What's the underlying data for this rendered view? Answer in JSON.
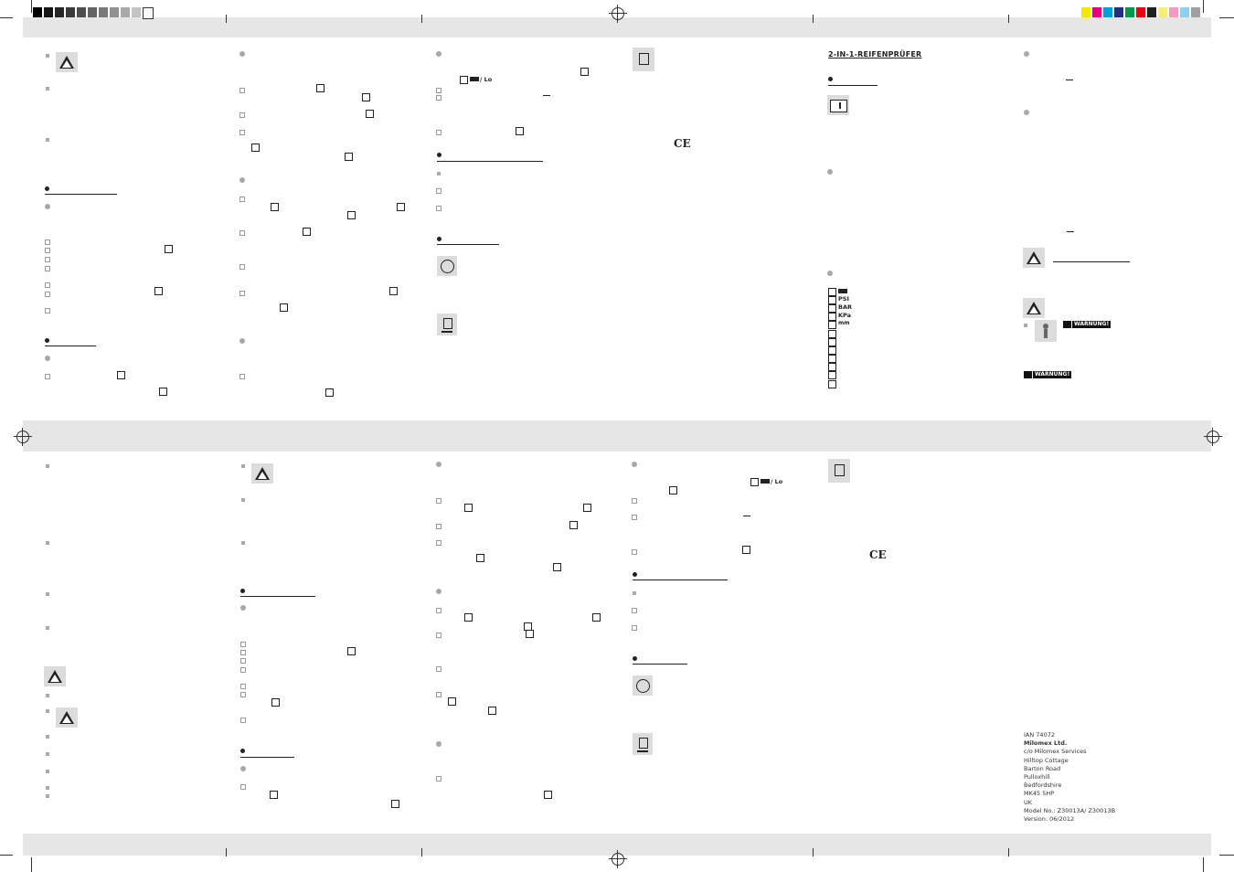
{
  "colors": {
    "gray_strip": [
      "#000000",
      "#151515",
      "#262626",
      "#3a3a3a",
      "#4e4e4e",
      "#646464",
      "#7a7a7a",
      "#919191",
      "#a9a9a9",
      "#c3c3c3",
      "#ffffff"
    ],
    "color_strip": [
      "#f7e600",
      "#e4007e",
      "#00a0e0",
      "#21307f",
      "#009a44",
      "#e30613",
      "#202020",
      "#f5ed7a",
      "#f29ac1",
      "#8ed0f0",
      "#a0a0a0"
    ],
    "band": "#e6e6e6"
  },
  "upper_panel": {
    "title": "2-IN-1-REIFENPRÜFER",
    "battery_label": "/ Lo",
    "display_labels": [
      "PSI",
      "BAR",
      "KPa",
      "mm"
    ],
    "warning_badges": [
      "WARNUNG!",
      "WARNUNG!"
    ]
  },
  "lower_panel": {
    "battery_label": "/ Lo"
  },
  "address": {
    "lines": [
      "IAN 74072",
      "Milomex Ltd.",
      "c/o Milomex Services",
      "Hilltop Cottage",
      "Barton Road",
      "Pulloxhill",
      "Bedfordshire",
      "MK45 5HP",
      "UK",
      "Model No.: Z30013A/ Z30013B",
      "Version: 06/2012"
    ]
  },
  "icons": [
    "fire-hazard-icon",
    "warning-triangle-icon",
    "info-book-icon",
    "weee-bin-icon",
    "green-dot-icon",
    "ce-mark-icon",
    "battery-icon",
    "child-warning-icon"
  ]
}
